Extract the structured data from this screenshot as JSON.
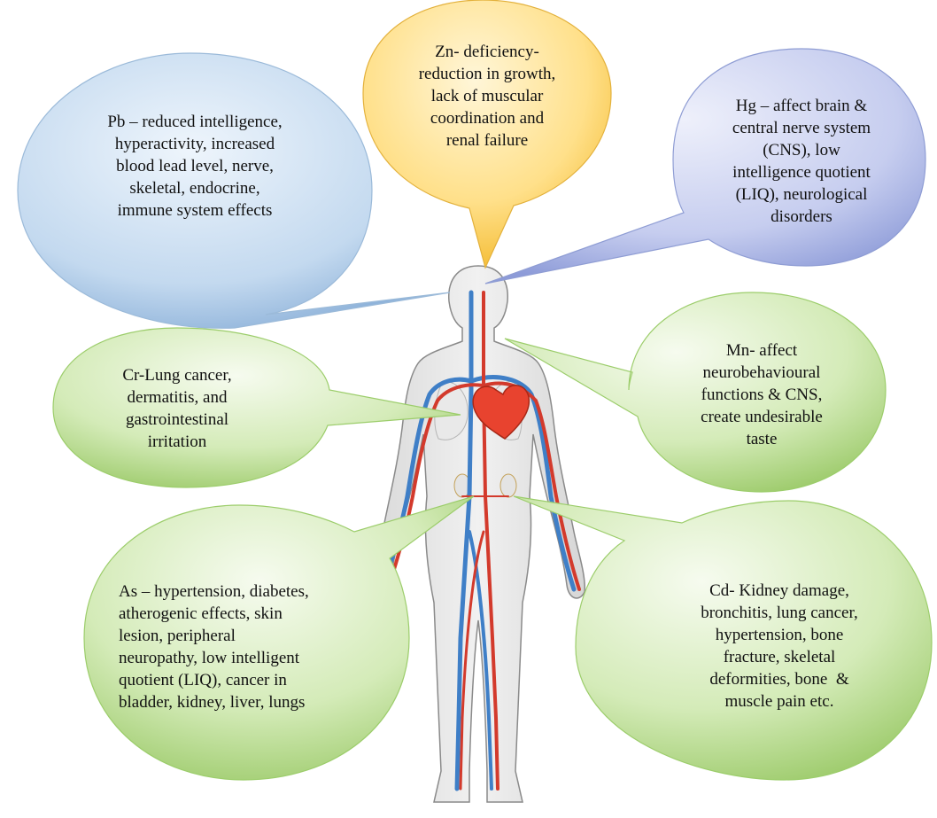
{
  "figure": {
    "colors": {
      "blue_bubble": "#a9c8e8",
      "yellow_bubble": "#ffd766",
      "purple_bubble": "#aab6e4",
      "green_bubble": "#b9dc8c",
      "artery": "#d33a2c",
      "vein": "#3f7fc7",
      "body_outline": "#8a8a8a"
    },
    "body_icon": "human-circulatory-system-illustration"
  },
  "callouts": {
    "pb": {
      "lines": [
        "Pb – reduced intelligence,",
        "hyperactivity, increased",
        "blood lead level, nerve,",
        "skeletal, endocrine,",
        "immune system effects"
      ]
    },
    "zn": {
      "lines": [
        "Zn- deficiency-",
        "reduction in growth,",
        "lack of muscular",
        "coordination and",
        "renal failure"
      ]
    },
    "hg": {
      "lines": [
        "Hg – affect brain &",
        "central nerve system",
        "(CNS), low",
        "intelligence quotient",
        "(LIQ), neurological",
        "disorders"
      ]
    },
    "mn": {
      "lines": [
        "Mn- affect",
        "neurobehavioural",
        "functions & CNS,",
        "create undesirable",
        "taste"
      ]
    },
    "cr": {
      "lines": [
        "Cr-Lung cancer,",
        "dermatitis, and",
        "gastrointestinal",
        "irritation"
      ]
    },
    "as": {
      "lines": [
        "As – hypertension, diabetes,",
        "atherogenic effects, skin",
        "lesion, peripheral",
        "neuropathy, low intelligent",
        "quotient (LIQ), cancer in",
        "bladder, kidney, liver, lungs"
      ]
    },
    "cd": {
      "lines": [
        "Cd- Kidney damage,",
        "bronchitis, lung cancer,",
        "hypertension, bone",
        "fracture, skeletal",
        "deformities, bone  &",
        "muscle pain etc."
      ]
    }
  }
}
